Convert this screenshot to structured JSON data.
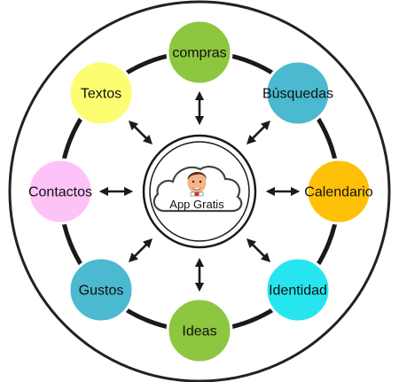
{
  "center": {
    "label": "App Gratis",
    "icon": "person-in-cloud-icon",
    "colors": {
      "cloud_stroke": "#444444",
      "cloud_fill": "#ffffff",
      "hair": "#5a3212",
      "skin": "#f2b48a"
    }
  },
  "nodes": [
    {
      "id": "compras",
      "label": "compras",
      "color": "#8dc63f"
    },
    {
      "id": "busquedas",
      "label": "Búsquedas",
      "color": "#4bb9cf"
    },
    {
      "id": "calendario",
      "label": "Calendario",
      "color": "#ffc107"
    },
    {
      "id": "identidad",
      "label": "Identidad",
      "color": "#27e5ee"
    },
    {
      "id": "ideas",
      "label": "Ideas",
      "color": "#8dc63f"
    },
    {
      "id": "gustos",
      "label": "Gustos",
      "color": "#4bb9cf"
    },
    {
      "id": "contactos",
      "label": "Contactos",
      "color": "#fdc3f7"
    },
    {
      "id": "textos",
      "label": "Textos",
      "color": "#fdfd72"
    }
  ],
  "colors": {
    "outer_ring": "#222222",
    "orbit_ring": "#1a1a1a",
    "arrows": "#1a1a1a",
    "node_stroke": "#ffffff"
  },
  "icons": {
    "arrow": "double-headed-arrow-icon"
  }
}
